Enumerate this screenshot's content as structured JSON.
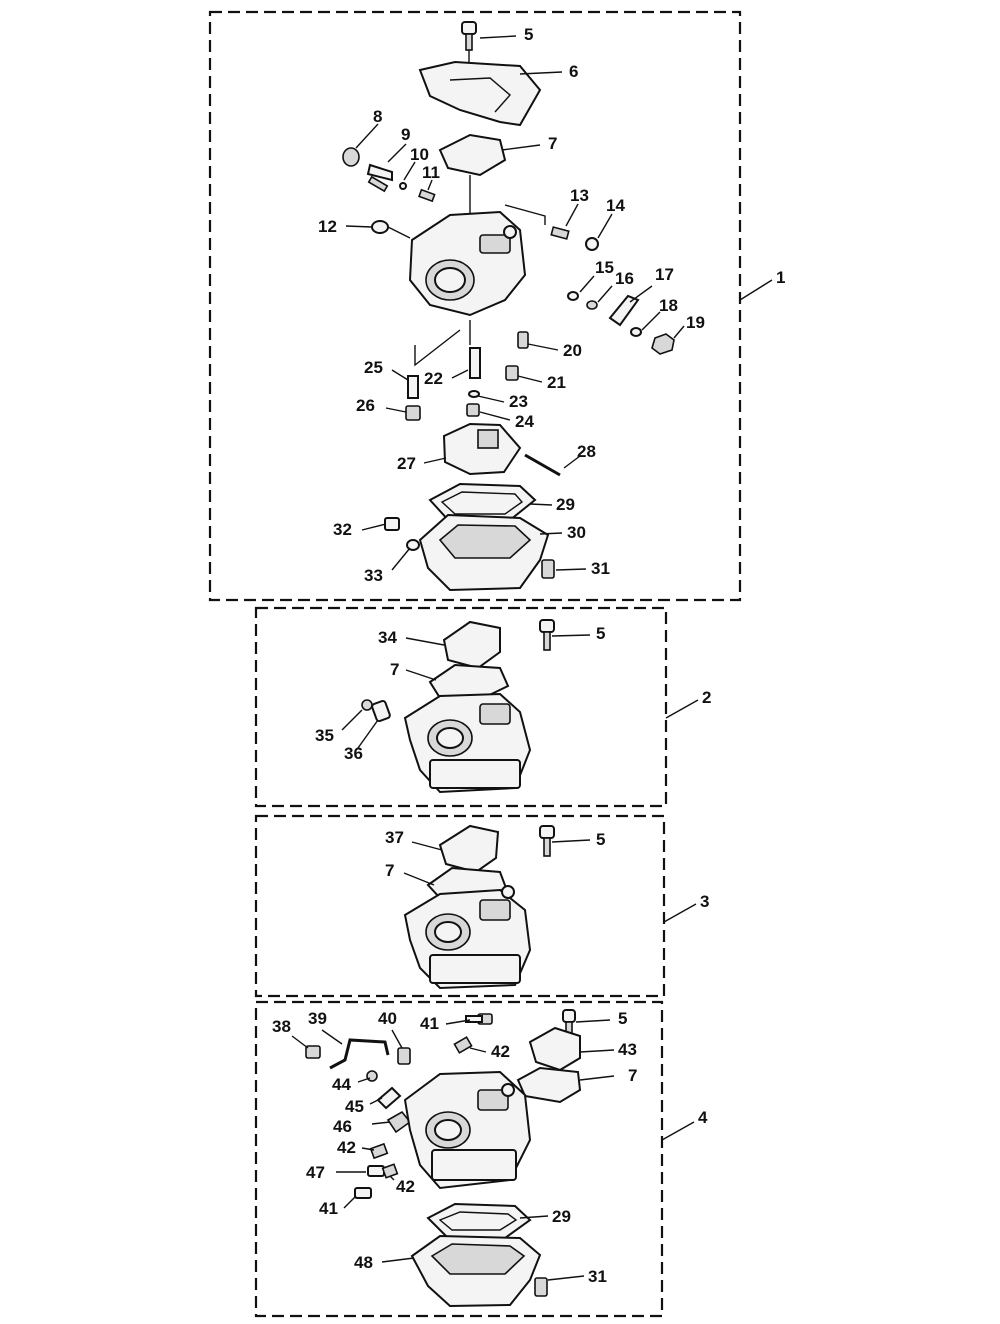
{
  "groups": [
    {
      "label": "1"
    },
    {
      "label": "2"
    },
    {
      "label": "3"
    },
    {
      "label": "4"
    }
  ],
  "callouts": {
    "g1": [
      "5",
      "6",
      "7",
      "8",
      "9",
      "10",
      "11",
      "12",
      "13",
      "14",
      "15",
      "16",
      "17",
      "18",
      "19",
      "20",
      "21",
      "22",
      "23",
      "24",
      "25",
      "26",
      "27",
      "28",
      "29",
      "30",
      "31",
      "32",
      "33"
    ],
    "g2": [
      "34",
      "5",
      "7",
      "35",
      "36"
    ],
    "g3": [
      "37",
      "5",
      "7"
    ],
    "g4": [
      "38",
      "39",
      "40",
      "41",
      "5",
      "42",
      "43",
      "7",
      "44",
      "45",
      "46",
      "42",
      "47",
      "42",
      "41",
      "29",
      "48",
      "31"
    ]
  }
}
